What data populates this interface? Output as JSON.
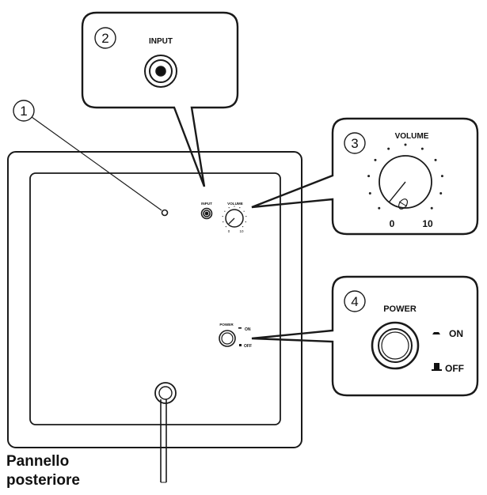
{
  "callouts": {
    "c1": {
      "number": "1"
    },
    "c2": {
      "number": "2",
      "label": "INPUT"
    },
    "c3": {
      "number": "3",
      "label": "VOLUME",
      "scale_min": "0",
      "scale_max": "10"
    },
    "c4": {
      "number": "4",
      "label": "POWER",
      "on_label": "ON",
      "off_label": "OFF"
    }
  },
  "panel": {
    "input_label": "INPUT",
    "volume_label": "VOLUME",
    "power_label": "POWER",
    "on_label": "ON",
    "off_label": "OFF",
    "scale_min": "0",
    "scale_max": "10"
  },
  "caption": {
    "line1": "Pannello",
    "line2": "posteriore"
  }
}
